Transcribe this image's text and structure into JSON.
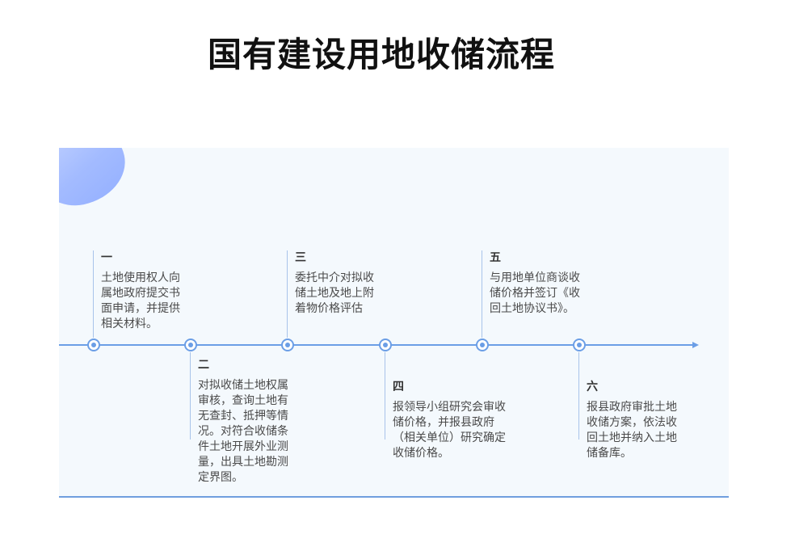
{
  "title": "国有建设用地收储流程",
  "steps": [
    {
      "num": "一",
      "text": "土地使用权人向属地政府提交书面申请，并提供相关材料。"
    },
    {
      "num": "二",
      "text": "对拟收储土地权属审核，查询土地有无查封、抵押等情况。对符合收储条件土地开展外业测量，出具土地勘测定界图。"
    },
    {
      "num": "三",
      "text": "委托中介对拟收储土地及地上附着物价格评估"
    },
    {
      "num": "四",
      "text": "报领导小组研究会审收储价格，并报县政府（相关单位）研究确定收储价格。"
    },
    {
      "num": "五",
      "text": "与用地单位商谈收储价格并签订《收回土地协议书》。"
    },
    {
      "num": "六",
      "text": "报县政府审批土地收储方案，依法收回土地并纳入土地储备库。"
    }
  ],
  "colors": {
    "line": "#6b9ee6",
    "panel": "#f4f9fd",
    "blob": "#a3bbff"
  },
  "icons": {
    "node": "timeline-node-circle",
    "end": "arrow-right-icon"
  }
}
